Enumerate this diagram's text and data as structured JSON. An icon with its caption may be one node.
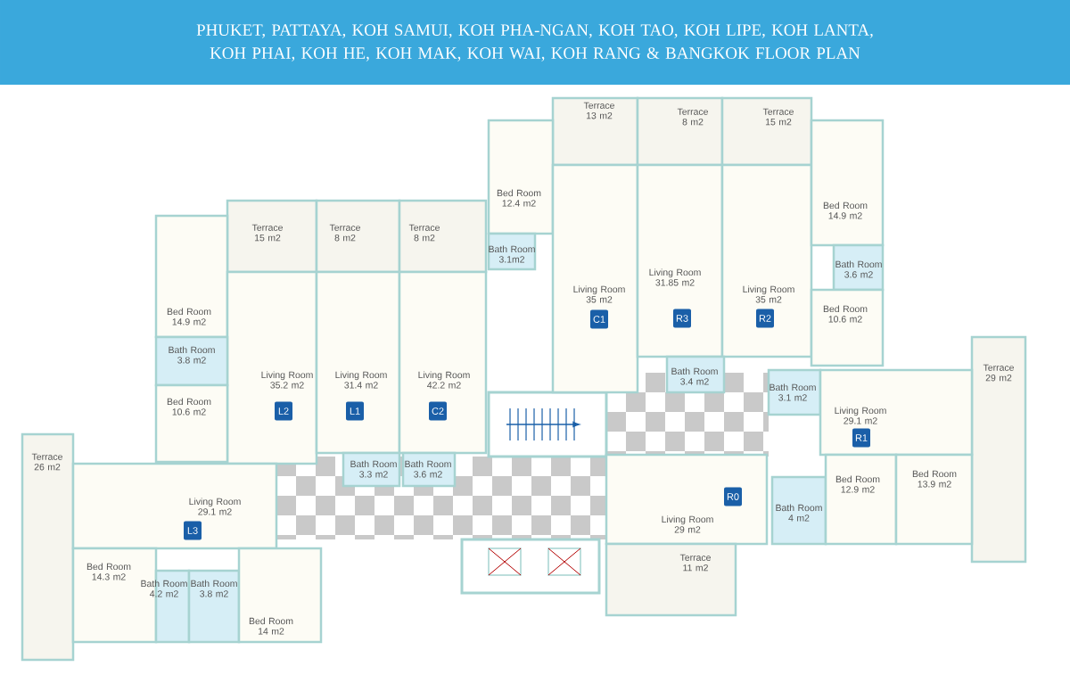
{
  "diagram": {
    "title": "PHUKET, PATTAYA, KOH SAMUI, KOH PHA-NGAN, KOH TAO, KOH LIPE, KOH LANTA, KOH PHAI, KOH HE, KOH MAK, KOH WAI, KOH RANG & BANGKOK FLOOR PLAN",
    "nodes": [
      {
        "text": [
          "Terrace 13 m2"
        ]
      },
      {
        "text": [
          "Terrace 8 m2"
        ]
      },
      {
        "text": [
          "Terrace 15 m2"
        ]
      },
      {
        "text": [
          "Bed Room 12.4 m2"
        ]
      },
      {
        "text": [
          "Living Room 35 m2"
        ]
      },
      {
        "text": [
          "C1"
        ],
        "in": 4
      },
      {
        "text": [
          "Living Room 31.85 m2"
        ]
      },
      {
        "text": [
          "R3"
        ],
        "in": 6
      },
      {
        "text": [
          "Living Room 35 m2"
        ]
      },
      {
        "text": [
          "R2"
        ],
        "in": 8
      },
      {
        "text": [
          "Bed Room 14.9 m2"
        ]
      },
      {
        "text": [
          "Bath Room 3.1m2"
        ]
      },
      {
        "text": [
          "Bath Room 3.6 m2"
        ]
      },
      {
        "text": [
          "Bed Room 10.6 m2"
        ]
      },
      {
        "text": [
          "Terrace 15 m2"
        ]
      },
      {
        "text": [
          "Terrace 8 m2"
        ]
      },
      {
        "text": [
          "Terrace 8 m2"
        ]
      },
      {
        "text": [
          "Bed Room 14.9 m2"
        ]
      },
      {
        "text": [
          "Living Room 35.2 m2"
        ]
      },
      {
        "text": [
          "L2"
        ],
        "in": 18
      },
      {
        "text": [
          "Living Room 31.4 m2"
        ]
      },
      {
        "text": [
          "L1"
        ],
        "in": 20
      },
      {
        "text": [
          "Living Room 42.2 m2"
        ]
      },
      {
        "text": [
          "C2"
        ],
        "in": 22
      },
      {
        "text": [
          "Bath Room 3.8 m2"
        ]
      },
      {
        "text": [
          "Bed Room 10.6 m2"
        ]
      },
      {
        "text": [
          "Bath Room 3.3 m2"
        ]
      },
      {
        "text": [
          "Bath Room 3.6 m2"
        ]
      },
      {
        "text": [
          "Terrace 29 m2"
        ]
      },
      {
        "text": [
          "Bath Room 3.4 m2"
        ]
      },
      {
        "text": [
          "Bath Room 3.1 m2"
        ]
      },
      {
        "text": [
          "Living Room 29.1 m2"
        ]
      },
      {
        "text": [
          "R1"
        ],
        "in": 31
      },
      {
        "text": [
          "Living Room 29 m2"
        ]
      },
      {
        "text": [
          "R0"
        ],
        "in": 33
      },
      {
        "text": [
          "Bath Room 4 m2"
        ]
      },
      {
        "text": [
          "Bed Room 12.9 m2"
        ]
      },
      {
        "text": [
          "Bed Room 13.9 m2"
        ]
      },
      {
        "text": [
          "Terrace 11 m2"
        ]
      },
      {
        "text": [
          "Terrace 26 m2"
        ]
      },
      {
        "text": [
          "Living Room 29.1 m2"
        ]
      },
      {
        "text": [
          "L3"
        ],
        "in": 40
      },
      {
        "text": [
          "Bed Room 14.3 m2"
        ]
      },
      {
        "text": [
          "Bath Room 4.2 m2"
        ]
      },
      {
        "text": [
          "Bath Room 3.8 m2"
        ]
      },
      {
        "text": [
          "Bed Room 14 m2"
        ]
      }
    ]
  }
}
